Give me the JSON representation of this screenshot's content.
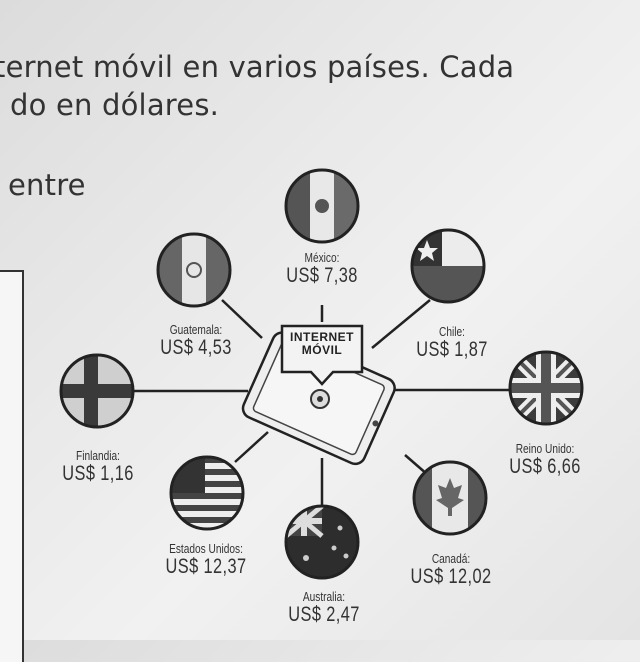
{
  "text": {
    "line1": "ternet móvil en varios países. Cada",
    "line2": "do en dólares.",
    "line3": "entre"
  },
  "center_label": {
    "line1": "INTERNET",
    "line2": "MÓVIL"
  },
  "countries": {
    "mexico": {
      "name": "México:",
      "price": "US$ 7,38"
    },
    "chile": {
      "name": "Chile:",
      "price": "US$ 1,87"
    },
    "reino": {
      "name": "Reino Unido:",
      "price": "US$ 6,66"
    },
    "canada": {
      "name": "Canadá:",
      "price": "US$ 12,02"
    },
    "australia": {
      "name": "Australia:",
      "price": "US$ 2,47"
    },
    "eeuu": {
      "name": "Estados Unidos:",
      "price": "US$ 12,37"
    },
    "finlandia": {
      "name": "Finlandia:",
      "price": "US$ 1,16"
    },
    "guatemala": {
      "name": "Guatemala:",
      "price": "US$ 4,53"
    }
  }
}
